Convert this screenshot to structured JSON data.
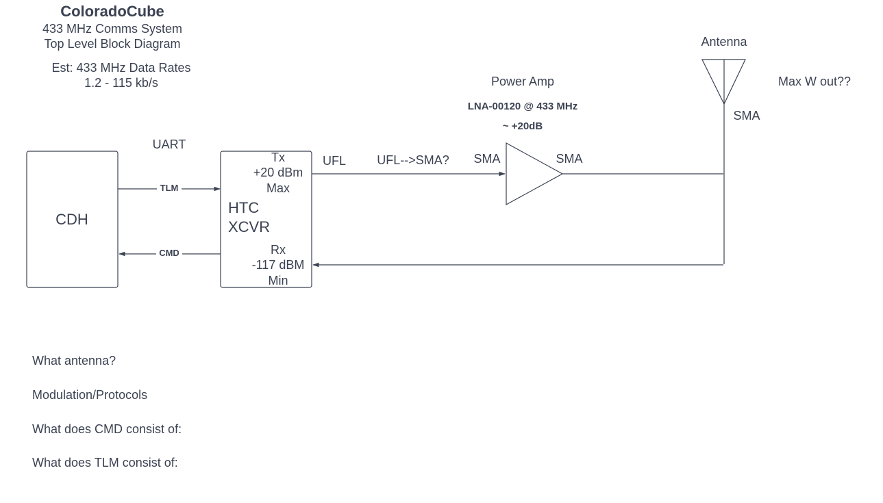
{
  "header": {
    "title": "ColoradoCube",
    "subtitle_line1": "433 MHz Comms System",
    "subtitle_line2": "Top Level Block Diagram",
    "rates_line1": "Est: 433 MHz Data Rates",
    "rates_line2": "1.2 - 115 kb/s"
  },
  "blocks": {
    "cdh": "CDH",
    "xcvr_line1": "HTC",
    "xcvr_line2": "XCVR",
    "tx_line1": "Tx",
    "tx_line2": "+20 dBm",
    "tx_line3": "Max",
    "rx_line1": "Rx",
    "rx_line2": "-117 dBM",
    "rx_line3": "Min"
  },
  "links": {
    "uart": "UART",
    "tlm": "TLM",
    "cmd": "CMD",
    "ufl": "UFL",
    "ufl_to_sma": "UFL-->SMA?",
    "sma_in": "SMA",
    "sma_out": "SMA",
    "sma_antenna": "SMA"
  },
  "amplifier": {
    "title": "Power Amp",
    "part_bold": "LNA-00120",
    "part_rest": " @ 433 MHz",
    "gain": "~ +20dB"
  },
  "antenna": {
    "title": "Antenna",
    "max_out": "Max W out??"
  },
  "questions": [
    "What antenna?",
    "Modulation/Protocols",
    "What does CMD consist of:",
    "What does TLM consist of:"
  ],
  "colors": {
    "stroke": "#3b4252",
    "text": "#3b4252",
    "background": "#ffffff"
  }
}
